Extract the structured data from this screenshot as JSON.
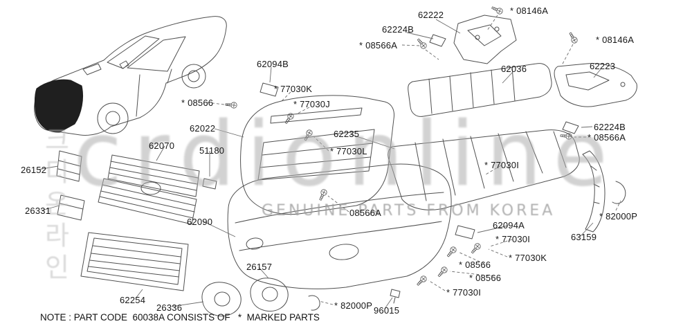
{
  "watermark": {
    "brand": "crdionline",
    "tagline": "GENUINE PARTS FROM KOREA",
    "korean": "크디온라인"
  },
  "note": "NOTE : PART CODE  60038A CONSISTS OF   *  MARKED PARTS",
  "colors": {
    "line": "#4f4f4f",
    "watermark": "#aeaeae",
    "label_text": "#161616"
  },
  "labels": [
    {
      "text": "62222"
    },
    {
      "text": "* 08146A"
    },
    {
      "text": "62224B"
    },
    {
      "text": "* 08566A"
    },
    {
      "text": "* 08146A"
    },
    {
      "text": "62036"
    },
    {
      "text": "62223"
    },
    {
      "text": "62094B"
    },
    {
      "text": "* 77030K"
    },
    {
      "text": "* 08566"
    },
    {
      "text": "* 77030J"
    },
    {
      "text": "62022"
    },
    {
      "text": "62235"
    },
    {
      "text": "62224B"
    },
    {
      "text": "* 08566A"
    },
    {
      "text": "62070"
    },
    {
      "text": "51180"
    },
    {
      "text": "* 77030L"
    },
    {
      "text": "* 77030I"
    },
    {
      "text": "26152"
    },
    {
      "text": "26331"
    },
    {
      "text": "62090"
    },
    {
      "text": "08566A"
    },
    {
      "text": "62094A"
    },
    {
      "text": "* 77030I"
    },
    {
      "text": "* 82000P"
    },
    {
      "text": "63159"
    },
    {
      "text": "* 77030K"
    },
    {
      "text": "* 08566"
    },
    {
      "text": "* 08566"
    },
    {
      "text": "26157"
    },
    {
      "text": "* 77030I"
    },
    {
      "text": "62254"
    },
    {
      "text": "26336"
    },
    {
      "text": "* 82000P"
    },
    {
      "text": "96015"
    }
  ]
}
